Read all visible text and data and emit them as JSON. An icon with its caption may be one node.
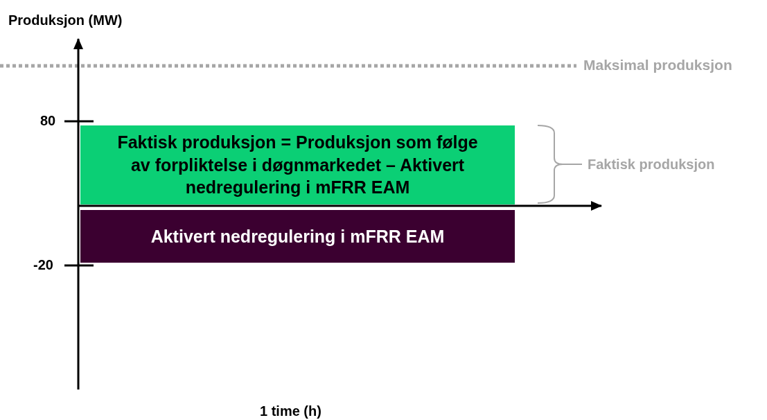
{
  "diagram": {
    "nodes": [
      {
        "text": [
          "Faktisk produksjon = Produksjon som følge av forpliktelse i døgnmarkedet – Aktivert nedregulering i mFRR EAM"
        ]
      },
      {
        "text": [
          "Aktivert nedregulering i mFRR EAM"
        ]
      }
    ],
    "edges": [],
    "labels": [
      "Produksjon (MW)",
      "Maksimal produksjon",
      "80",
      "Faktisk produksjon",
      "-20",
      "1 time (h)"
    ]
  }
}
